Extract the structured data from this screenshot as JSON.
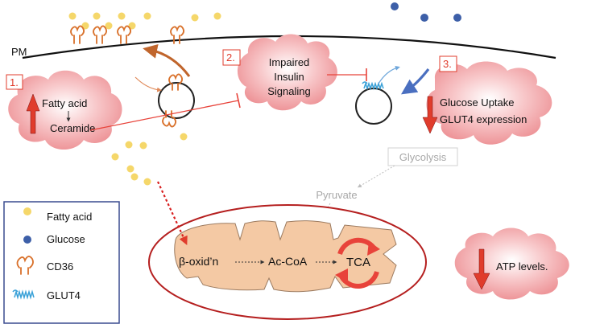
{
  "membrane": {
    "label": "PM"
  },
  "boxes": {
    "one": {
      "number": "1.",
      "line1": "Fatty acid",
      "line2": "Ceramide"
    },
    "two": {
      "number": "2.",
      "line1": "Impaired",
      "line2": "Insulin",
      "line3": "Signaling"
    },
    "three": {
      "number": "3.",
      "line1": "Glucose Uptake",
      "line2": "GLUT4 expression"
    },
    "atp": {
      "label": "ATP levels."
    }
  },
  "metabolism": {
    "glycolysis": "Glycolysis",
    "pyruvate": "Pyruvate",
    "beta_oxidation": "β-oxid’n",
    "acetyl_coa": "Ac-CoA",
    "tca": "TCA"
  },
  "legend": {
    "items": [
      {
        "icon": "fatty-acid-dot-icon",
        "label": "Fatty acid"
      },
      {
        "icon": "glucose-dot-icon",
        "label": "Glucose"
      },
      {
        "icon": "cd36-transporter-icon",
        "label": "CD36"
      },
      {
        "icon": "glut4-transporter-icon",
        "label": "GLUT4"
      }
    ]
  },
  "colors": {
    "fatty_acid": "#f5d76a",
    "glucose": "#3d5fa8",
    "cd36": "#d9712b",
    "glut4": "#3aa1d8",
    "cloud_fill": "#f2a1a4",
    "inhibition_red": "#e8433a",
    "mitochondria_fill": "#f4c9a4",
    "mitochondria_outline": "#b51f1f"
  }
}
